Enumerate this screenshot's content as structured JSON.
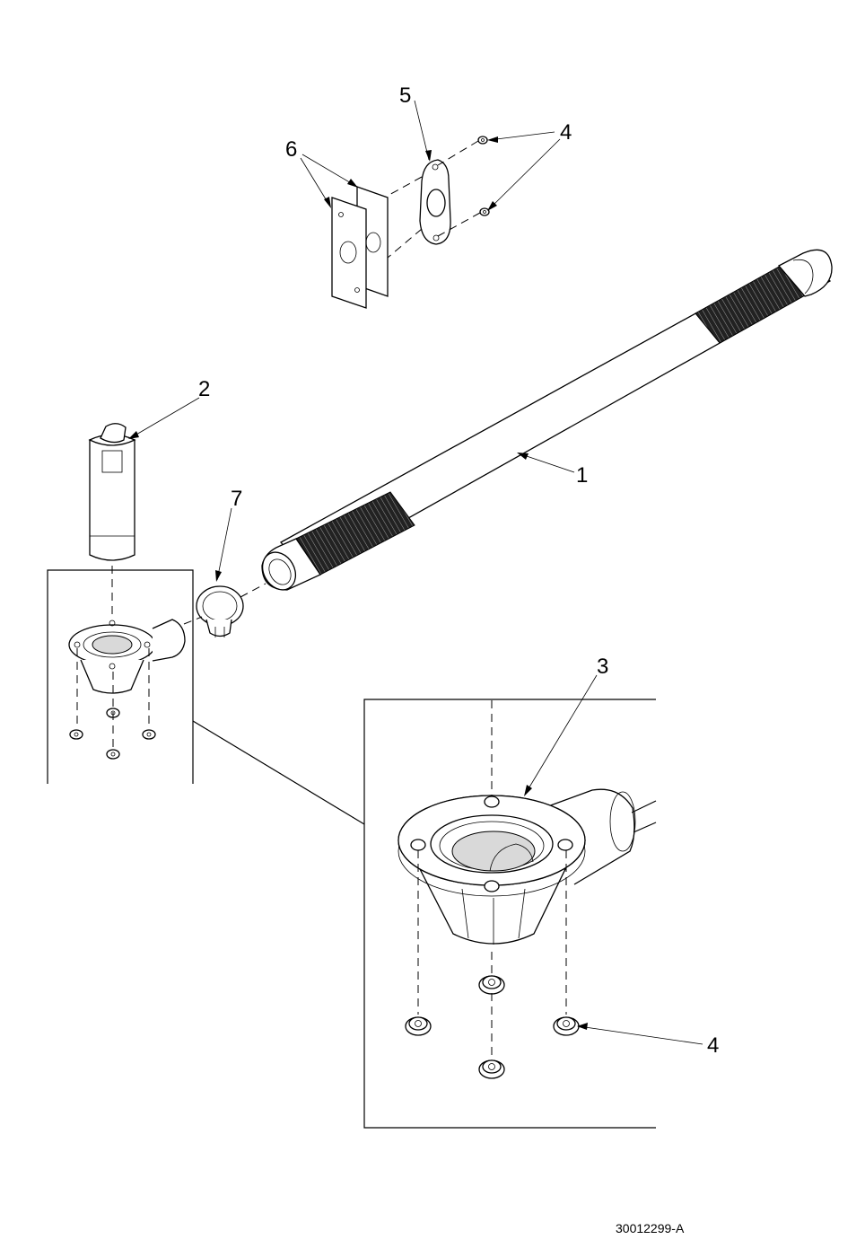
{
  "drawing": {
    "document_number": "30012299-A",
    "callouts": {
      "c1": "1",
      "c2": "2",
      "c3": "3",
      "c4_top": "4",
      "c4_bottom": "4",
      "c5": "5",
      "c6": "6",
      "c7": "7"
    }
  }
}
